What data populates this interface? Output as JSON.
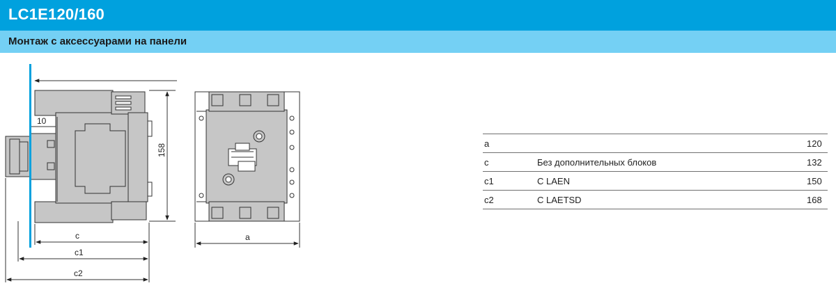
{
  "header": {
    "title": "LC1E120/160"
  },
  "subheader": {
    "title": "Монтаж с аксессуарами на панели"
  },
  "drawing": {
    "labels": {
      "dim_10": "10",
      "dim_158": "158",
      "dim_c": "c",
      "dim_c1": "c1",
      "dim_c2": "c2",
      "dim_a": "a"
    }
  },
  "table": {
    "rows": [
      {
        "key": "a",
        "desc": "",
        "value": "120"
      },
      {
        "key": "c",
        "desc": "Без дополнительных блоков",
        "value": "132"
      },
      {
        "key": "c1",
        "desc": "С LAEN",
        "value": "150"
      },
      {
        "key": "c2",
        "desc": "С LAETSD",
        "value": "168"
      }
    ]
  },
  "colors": {
    "title_bar": "#00a1de",
    "subtitle_bar": "#74d0f4",
    "device_fill": "#c6c6c6",
    "panel_line": "#00a1de"
  }
}
